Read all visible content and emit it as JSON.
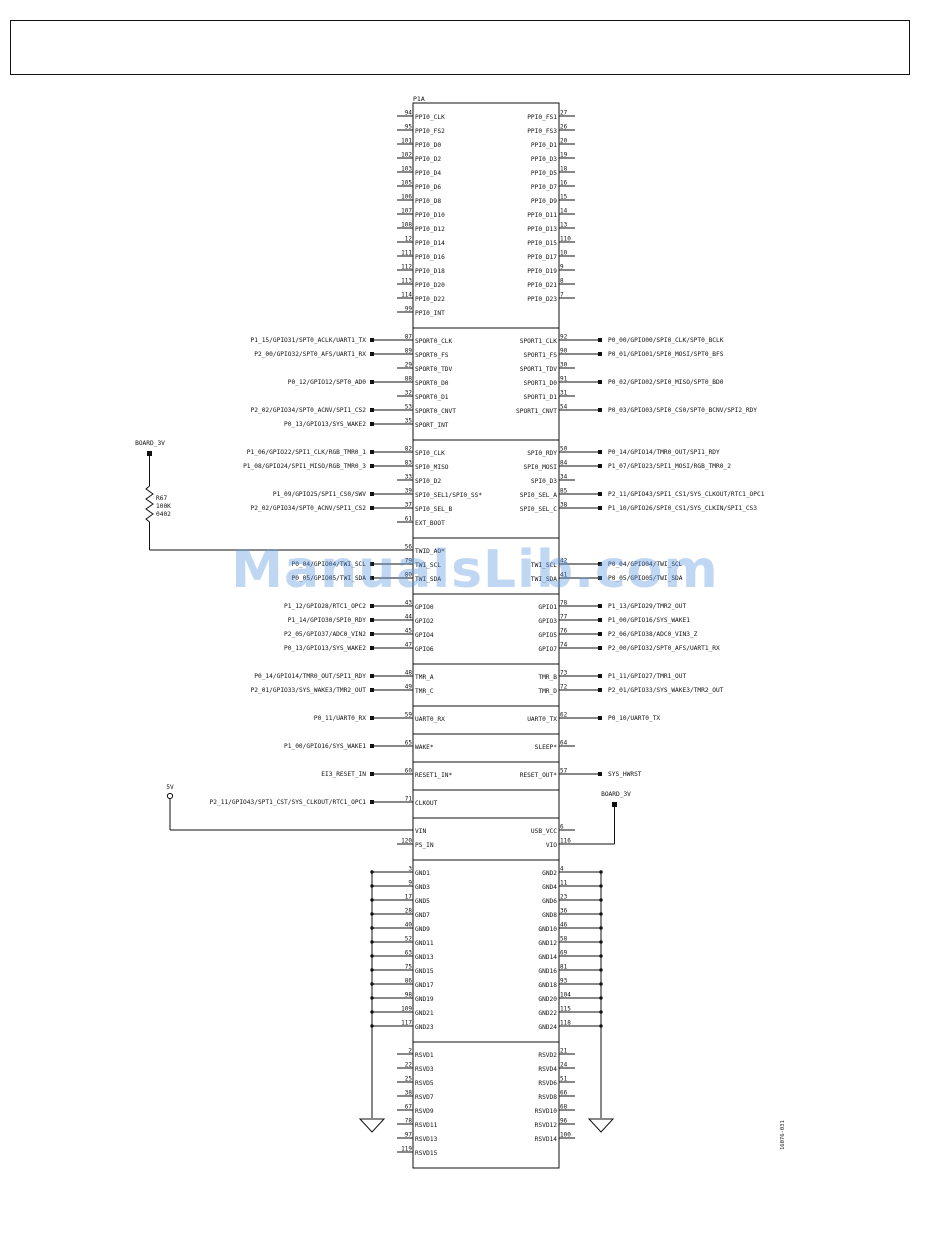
{
  "title_box_text": "",
  "watermark": "ManualsLib.com",
  "figure_id": "16076-031",
  "component": {
    "ref": "P1A"
  },
  "power_labels": {
    "board_3v_left": "BOARD_3V",
    "board_3v_right": "BOARD_3V",
    "five_v": "5V"
  },
  "resistor": {
    "ref": "R67",
    "value": "100K",
    "package": "0402"
  },
  "left_pins": [
    {
      "num": "94",
      "name": "PPI0_CLK",
      "net": ""
    },
    {
      "num": "95",
      "name": "PPI0_FS2",
      "net": ""
    },
    {
      "num": "101",
      "name": "PPI0_D0",
      "net": ""
    },
    {
      "num": "102",
      "name": "PPI0_D2",
      "net": ""
    },
    {
      "num": "103",
      "name": "PPI0_D4",
      "net": ""
    },
    {
      "num": "105",
      "name": "PPI0_D6",
      "net": ""
    },
    {
      "num": "106",
      "name": "PPI0_D8",
      "net": ""
    },
    {
      "num": "107",
      "name": "PPI0_D10",
      "net": ""
    },
    {
      "num": "108",
      "name": "PPI0_D12",
      "net": ""
    },
    {
      "num": "12",
      "name": "PPI0_D14",
      "net": ""
    },
    {
      "num": "111",
      "name": "PPI0_D16",
      "net": ""
    },
    {
      "num": "112",
      "name": "PPI0_D18",
      "net": ""
    },
    {
      "num": "113",
      "name": "PPI0_D20",
      "net": ""
    },
    {
      "num": "114",
      "name": "PPI0_D22",
      "net": ""
    },
    {
      "num": "99",
      "name": "PPI0_INT",
      "net": ""
    },
    {
      "num": "87",
      "name": "SPORT0_CLK",
      "net": "P1_15/GPIO31/SPT0_ACLK/UART1_TX"
    },
    {
      "num": "89",
      "name": "SPORT0_FS",
      "net": "P2_00/GPIO32/SPT0_AFS/UART1_RX"
    },
    {
      "num": "29",
      "name": "SPORT0_TDV",
      "net": ""
    },
    {
      "num": "88",
      "name": "SPORT0_D0",
      "net": "P0_12/GPIO12/SPT0_AD0"
    },
    {
      "num": "32",
      "name": "SPORT0_D1",
      "net": ""
    },
    {
      "num": "53",
      "name": "SPORT0_CNVT",
      "net": "P2_02/GPIO34/SPT0_ACNV/SPI1_CS2"
    },
    {
      "num": "35",
      "name": "SPORT_INT",
      "net": "P0_13/GPIO13/SYS_WAKE2"
    },
    {
      "num": "82",
      "name": "SPI0_CLK",
      "net": "P1_06/GPIO22/SPI1_CLK/RGB_TMR0_1"
    },
    {
      "num": "83",
      "name": "SPI0_MISO",
      "net": "P1_08/GPIO24/SPI1_MISO/RGB_TMR0_3"
    },
    {
      "num": "33",
      "name": "SPI0_D2",
      "net": ""
    },
    {
      "num": "39",
      "name": "SPI0_SEL1/SPI0_SS*",
      "net": "P1_09/GPIO25/SPI1_CS0/SWV"
    },
    {
      "num": "37",
      "name": "SPI0_SEL_B",
      "net": "P2_02/GPIO34/SPT0_ACNV/SPI1_CS2"
    },
    {
      "num": "61",
      "name": "EXT_BOOT",
      "net": ""
    },
    {
      "num": "56",
      "name": "TWID_AO*",
      "net": ""
    },
    {
      "num": "79",
      "name": "TWI_SCL",
      "net": "P0_04/GPIO04/TWI_SCL"
    },
    {
      "num": "80",
      "name": "TWI_SDA",
      "net": "P0_05/GPIO05/TWI_SDA"
    },
    {
      "num": "43",
      "name": "GPIO0",
      "net": "P1_12/GPIO28/RTC1_OPC2"
    },
    {
      "num": "44",
      "name": "GPIO2",
      "net": "P1_14/GPIO30/SPI0_RDY"
    },
    {
      "num": "45",
      "name": "GPIO4",
      "net": "P2_05/GPIO37/ADC0_VIN2"
    },
    {
      "num": "47",
      "name": "GPIO6",
      "net": "P0_13/GPIO13/SYS_WAKE2"
    },
    {
      "num": "48",
      "name": "TMR_A",
      "net": "P0_14/GPIO14/TMR0_OUT/SPI1_RDY"
    },
    {
      "num": "49",
      "name": "TMR_C",
      "net": "P2_01/GPIO33/SYS_WAKE3/TMR2_OUT"
    },
    {
      "num": "59",
      "name": "UART0_RX",
      "net": "P0_11/UART0_RX"
    },
    {
      "num": "65",
      "name": "WAKE*",
      "net": "P1_00/GPIO16/SYS_WAKE1"
    },
    {
      "num": "60",
      "name": "RESET1_IN*",
      "net": "EI3_RESET_IN"
    },
    {
      "num": "71",
      "name": "CLKOUT",
      "net": "P2_11/GPIO43/SPT1_CST/SYS_CLKOUT/RTC1_OPC1"
    },
    {
      "num": "",
      "name": "VIN",
      "net": ""
    },
    {
      "num": "120",
      "name": "PS_IN",
      "net": ""
    },
    {
      "num": "3",
      "name": "GND1",
      "net": ""
    },
    {
      "num": "9",
      "name": "GND3",
      "net": ""
    },
    {
      "num": "17",
      "name": "GND5",
      "net": ""
    },
    {
      "num": "28",
      "name": "GND7",
      "net": ""
    },
    {
      "num": "40",
      "name": "GND9",
      "net": ""
    },
    {
      "num": "52",
      "name": "GND11",
      "net": ""
    },
    {
      "num": "63",
      "name": "GND13",
      "net": ""
    },
    {
      "num": "75",
      "name": "GND15",
      "net": ""
    },
    {
      "num": "86",
      "name": "GND17",
      "net": ""
    },
    {
      "num": "98",
      "name": "GND19",
      "net": ""
    },
    {
      "num": "109",
      "name": "GND21",
      "net": ""
    },
    {
      "num": "117",
      "name": "GND23",
      "net": ""
    },
    {
      "num": "2",
      "name": "RSVD1",
      "net": ""
    },
    {
      "num": "22",
      "name": "RSVD3",
      "net": ""
    },
    {
      "num": "25",
      "name": "RSVD5",
      "net": ""
    },
    {
      "num": "38",
      "name": "RSVD7",
      "net": ""
    },
    {
      "num": "67",
      "name": "RSVD9",
      "net": ""
    },
    {
      "num": "78",
      "name": "RSVD11",
      "net": ""
    },
    {
      "num": "97",
      "name": "RSVD13",
      "net": ""
    },
    {
      "num": "119",
      "name": "RSVD15",
      "net": ""
    }
  ],
  "right_pins": [
    {
      "num": "27",
      "name": "PPI0_FS1",
      "net": ""
    },
    {
      "num": "26",
      "name": "PPI0_FS3",
      "net": ""
    },
    {
      "num": "20",
      "name": "PPI0_D1",
      "net": ""
    },
    {
      "num": "19",
      "name": "PPI0_D3",
      "net": ""
    },
    {
      "num": "18",
      "name": "PPI0_D5",
      "net": ""
    },
    {
      "num": "16",
      "name": "PPI0_D7",
      "net": ""
    },
    {
      "num": "15",
      "name": "PPI0_D9",
      "net": ""
    },
    {
      "num": "14",
      "name": "PPI0_D11",
      "net": ""
    },
    {
      "num": "13",
      "name": "PPI0_D13",
      "net": ""
    },
    {
      "num": "110",
      "name": "PPI0_D15",
      "net": ""
    },
    {
      "num": "10",
      "name": "PPI0_D17",
      "net": ""
    },
    {
      "num": "9",
      "name": "PPI0_D19",
      "net": ""
    },
    {
      "num": "8",
      "name": "PPI0_D21",
      "net": ""
    },
    {
      "num": "7",
      "name": "PPI0_D23",
      "net": ""
    },
    {
      "num": "92",
      "name": "SPORT1_CLK",
      "net": "P0_00/GPIO00/SPI0_CLK/SPT0_BCLK"
    },
    {
      "num": "90",
      "name": "SPORT1_FS",
      "net": "P0_01/GPIO01/SPI0_MOSI/SPT0_BFS"
    },
    {
      "num": "30",
      "name": "SPORT1_TDV",
      "net": ""
    },
    {
      "num": "91",
      "name": "SPORT1_D0",
      "net": "P0_02/GPIO02/SPI0_MISO/SPT0_BD0"
    },
    {
      "num": "31",
      "name": "SPORT1_D1",
      "net": ""
    },
    {
      "num": "54",
      "name": "SPORT1_CNVT",
      "net": "P0_03/GPIO03/SPI0_CS0/SPT0_BCNV/SPI2_RDY"
    },
    {
      "num": "50",
      "name": "SPI0_RDY",
      "net": "P0_14/GPIO14/TMR0_OUT/SPI1_RDY"
    },
    {
      "num": "84",
      "name": "SPI0_MOSI",
      "net": "P1_07/GPIO23/SPI1_MOSI/RGB_TMR0_2"
    },
    {
      "num": "34",
      "name": "SPI0_D3",
      "net": ""
    },
    {
      "num": "85",
      "name": "SPI0_SEL_A",
      "net": "P2_11/GPIO43/SPI1_CS1/SYS_CLKOUT/RTC1_OPC1"
    },
    {
      "num": "38",
      "name": "SPI0_SEL_C",
      "net": "P1_10/GPIO26/SPI0_CS1/SYS_CLKIN/SPI1_CS3"
    },
    {
      "num": "42",
      "name": "TWI_SCL",
      "net": "P0_04/GPIO04/TWI_SCL"
    },
    {
      "num": "41",
      "name": "TWI_SDA",
      "net": "P0_05/GPIO05/TWI_SDA"
    },
    {
      "num": "78",
      "name": "GPIO1",
      "net": "P1_13/GPIO29/TMR2_OUT"
    },
    {
      "num": "77",
      "name": "GPIO3",
      "net": "P1_00/GPIO16/SYS_WAKE1"
    },
    {
      "num": "76",
      "name": "GPIO5",
      "net": "P2_06/GPIO38/ADC0_VIN3_Z"
    },
    {
      "num": "74",
      "name": "GPIO7",
      "net": "P2_00/GPIO32/SPT0_AFS/UART1_RX"
    },
    {
      "num": "73",
      "name": "TMR_B",
      "net": "P1_11/GPIO27/TMR1_OUT"
    },
    {
      "num": "72",
      "name": "TMR_D",
      "net": "P2_01/GPIO33/SYS_WAKE3/TMR2_OUT"
    },
    {
      "num": "62",
      "name": "UART0_TX",
      "net": "P0_10/UART0_TX"
    },
    {
      "num": "64",
      "name": "SLEEP*",
      "net": ""
    },
    {
      "num": "57",
      "name": "RESET_OUT*",
      "net": "SYS_HWRST"
    },
    {
      "num": "6",
      "name": "USB_VCC",
      "net": ""
    },
    {
      "num": "116",
      "name": "VIO",
      "net": ""
    },
    {
      "num": "4",
      "name": "GND2",
      "net": ""
    },
    {
      "num": "11",
      "name": "GND4",
      "net": ""
    },
    {
      "num": "23",
      "name": "GND6",
      "net": ""
    },
    {
      "num": "36",
      "name": "GND8",
      "net": ""
    },
    {
      "num": "46",
      "name": "GND10",
      "net": ""
    },
    {
      "num": "58",
      "name": "GND12",
      "net": ""
    },
    {
      "num": "69",
      "name": "GND14",
      "net": ""
    },
    {
      "num": "81",
      "name": "GND16",
      "net": ""
    },
    {
      "num": "93",
      "name": "GND18",
      "net": ""
    },
    {
      "num": "104",
      "name": "GND20",
      "net": ""
    },
    {
      "num": "115",
      "name": "GND22",
      "net": ""
    },
    {
      "num": "118",
      "name": "GND24",
      "net": ""
    },
    {
      "num": "21",
      "name": "RSVD2",
      "net": ""
    },
    {
      "num": "24",
      "name": "RSVD4",
      "net": ""
    },
    {
      "num": "51",
      "name": "RSVD6",
      "net": ""
    },
    {
      "num": "66",
      "name": "RSVD8",
      "net": ""
    },
    {
      "num": "68",
      "name": "RSVD10",
      "net": ""
    },
    {
      "num": "96",
      "name": "RSVD12",
      "net": ""
    },
    {
      "num": "100",
      "name": "RSVD14",
      "net": ""
    }
  ]
}
